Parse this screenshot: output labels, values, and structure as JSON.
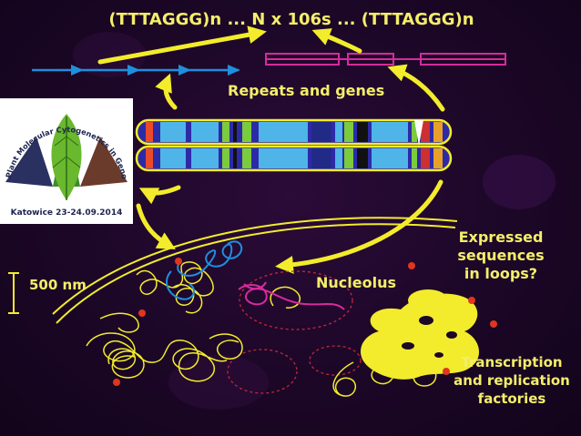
{
  "diagram": {
    "title": "(TTTAGGG)n ... N x 106s ... (TTTAGGG)n",
    "repeats_label": "Repeats and genes",
    "scale_label": "500 nm",
    "nucleolus_label": "Nucleolus",
    "expressed_lines": [
      "Expressed",
      "sequences",
      "in loops?"
    ],
    "factories_lines": [
      "Transcription",
      "and replication",
      "factories"
    ]
  },
  "logo": {
    "arc_text": "Plant Molecular Cytogenetics in Genomic and Postgenomic Era",
    "caption": "Katowice 23-24.09.2014"
  },
  "colors": {
    "annotation": "#f4ee6a",
    "arrow": "#f2ec2c",
    "blue_feature": "#1e8fdc",
    "magenta_feature": "#d62b9c",
    "chromosome_outline": "#f2ec2c"
  }
}
